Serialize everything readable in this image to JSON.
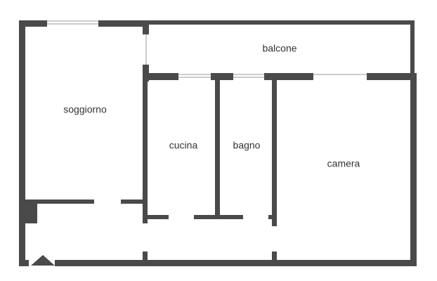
{
  "rooms": {
    "soggiorno": "soggiorno",
    "balcone": "balcone",
    "cucina": "cucina",
    "bagno": "bagno",
    "camera": "camera"
  },
  "colors": {
    "wall": "#4a4a4a",
    "window": "#9a9a9a",
    "background": "#ffffff"
  },
  "icons": {
    "entrance": "entrance-triangle-icon"
  }
}
